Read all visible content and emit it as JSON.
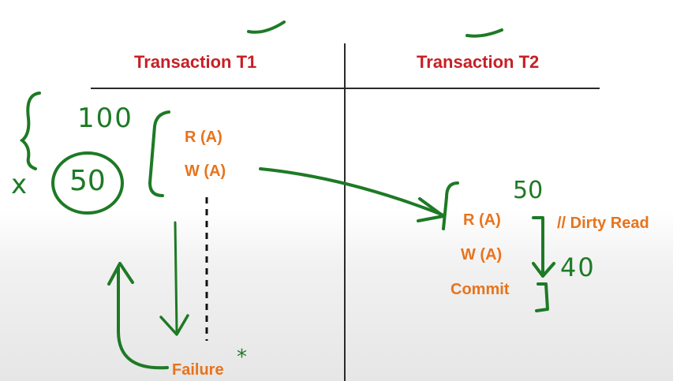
{
  "headers": {
    "t1": "Transaction T1",
    "t2": "Transaction T2"
  },
  "t1_ops": {
    "read": "R (A)",
    "write": "W (A)",
    "failure": "Failure"
  },
  "t2_ops": {
    "read": "R (A)",
    "write": "W (A)",
    "commit": "Commit"
  },
  "annotations": {
    "dirty_read": "// Dirty Read",
    "initial_value": "100",
    "updated_value": "50",
    "crossed_mark": "x",
    "t2_read_value": "50",
    "t2_written_value": "40",
    "failure_mark": "*"
  },
  "colors": {
    "header": "#c62026",
    "operation": "#e8731b",
    "ink": "#1d7a25",
    "rule": "#2a2a2a"
  }
}
